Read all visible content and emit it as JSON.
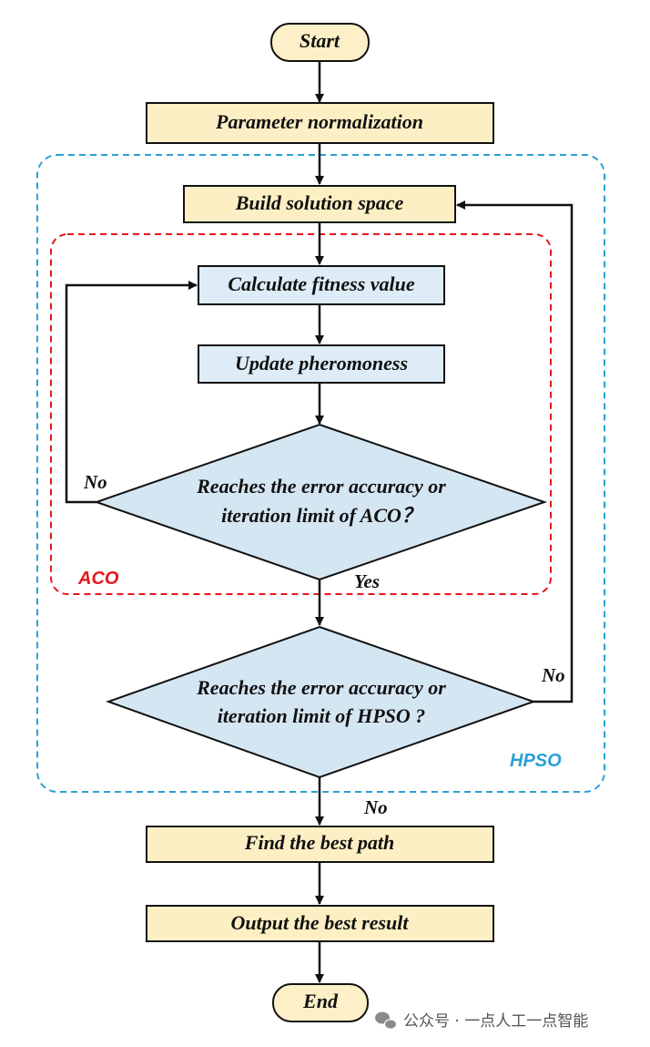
{
  "colors": {
    "terminal_fill": "#fdf0c8",
    "process_fill": "#fdefc4",
    "aco_step_fill": "#ddecf6",
    "decision_fill": "#d5e6f3",
    "aco_border": "#e8161d",
    "hpso_border": "#2ba0d6",
    "line": "#111111"
  },
  "nodes": {
    "start": "Start",
    "param_norm": "Parameter normalization",
    "build_space": "Build solution space",
    "calc_fitness": "Calculate fitness value",
    "update_pher": "Update pheromoness",
    "aco_check_line1": "Reaches the error accuracy or",
    "aco_check_line2": "iteration limit of ACO？",
    "hpso_check_line1": "Reaches the error accuracy or",
    "hpso_check_line2": "iteration limit of HPSO ?",
    "best_path": "Find the best path",
    "output": "Output the best result",
    "end": "End"
  },
  "branches": {
    "aco_no": "No",
    "aco_yes": "Yes",
    "hpso_no_loop": "No",
    "hpso_no_down": "No"
  },
  "regions": {
    "aco": "ACO",
    "hpso": "HPSO"
  },
  "watermark": {
    "icon": "wechat-icon",
    "text": "公众号 · 一点人工一点智能"
  }
}
